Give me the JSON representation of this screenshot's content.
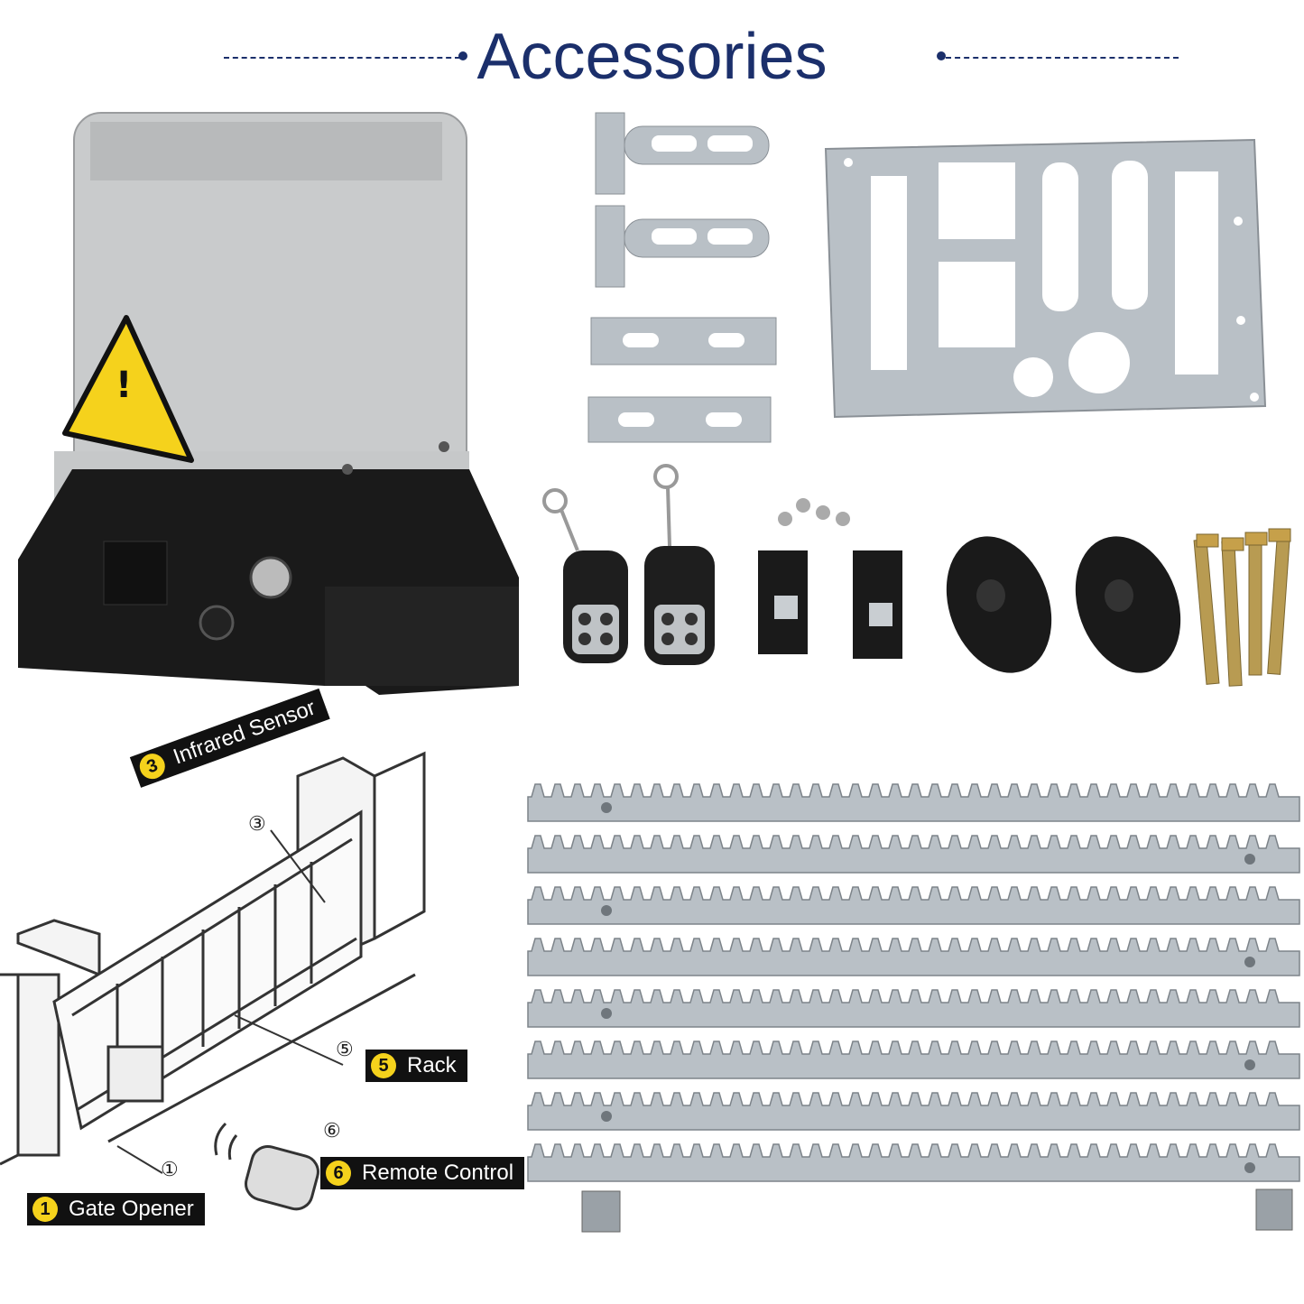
{
  "header": {
    "title": "Accessories"
  },
  "labels": {
    "infrared_sensor": {
      "num": "3",
      "text": "Infrared Sensor"
    },
    "rack": {
      "num": "5",
      "text": "Rack"
    },
    "remote_control": {
      "num": "6",
      "text": "Remote Control"
    },
    "gate_opener": {
      "num": "1",
      "text": "Gate Opener"
    }
  },
  "callouts": {
    "c3": "③",
    "c5": "⑤",
    "c6": "⑥",
    "c1": "①"
  },
  "colors": {
    "title": "#1b2f6b",
    "label_bg": "#111111",
    "badge": "#f5d21c",
    "metal": "#b9c0c6",
    "motor_top": "#c9cbcc",
    "motor_base": "#1a1a1a"
  },
  "accessories": {
    "rack_count": 8,
    "remote_count": 2,
    "sensor_count": 2,
    "bracket_count": 2
  }
}
